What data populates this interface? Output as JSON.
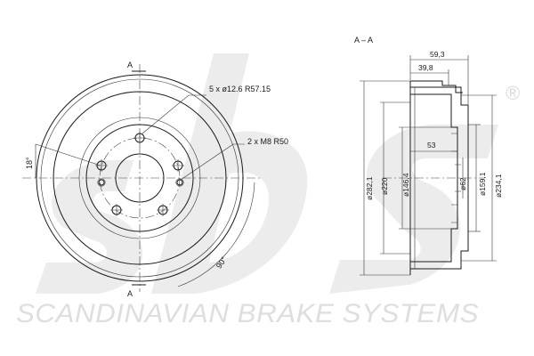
{
  "watermark": {
    "brand_text": "SCANDINAVIAN BRAKE SYSTEMS",
    "logo_letters": "sbs",
    "registered_mark": "®"
  },
  "front_view": {
    "section_marker_top": "A",
    "section_marker_bottom": "A",
    "holes_callout": "5 x ø12.6 R57.15",
    "threads_callout": "2 x M8 R50",
    "angle_small": "18°",
    "angle_large": "90°"
  },
  "section_view": {
    "title": "A – A",
    "dimensions": {
      "total_depth": "59,3",
      "hub_depth": "39,8",
      "inner_depth": "53",
      "outer_diameter": "ø282,1",
      "friction_diameter": "ø220",
      "hub_diameter": "ø146,4",
      "center_bore": "ø62",
      "hub_flange": "ø159,1",
      "rim_diameter": "ø234,1"
    }
  },
  "colors": {
    "line": "#1a1a1a",
    "watermark": "#dcdcdc",
    "background": "#ffffff"
  }
}
